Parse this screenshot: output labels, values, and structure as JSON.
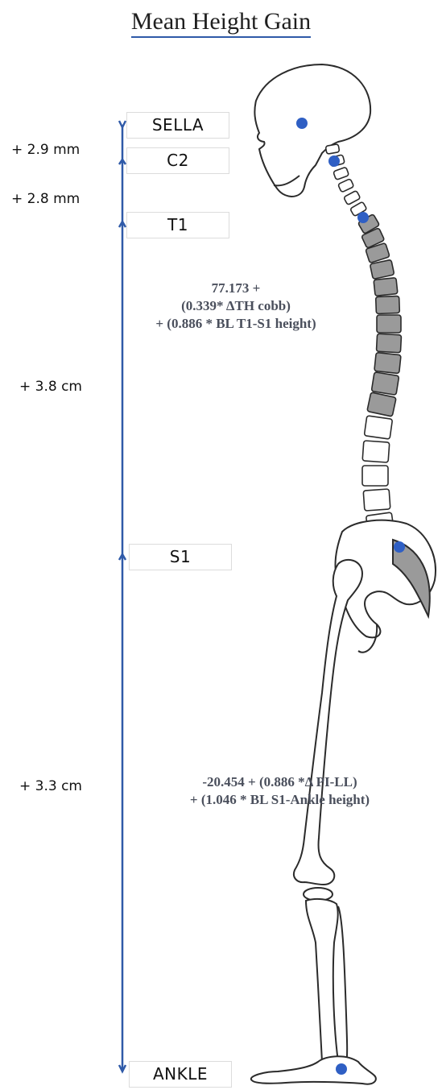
{
  "title": "Mean Height Gain",
  "levels": {
    "sella": "SELLA",
    "c2": "C2",
    "t1": "T1",
    "s1": "S1",
    "ankle": "ANKLE"
  },
  "gains": {
    "sella_c2": "+ 2.9 mm",
    "c2_t1": "+ 2.8 mm",
    "t1_s1": "+ 3.8 cm",
    "s1_ankle": "+ 3.3 cm"
  },
  "equations": {
    "trunk": [
      "77.173 +",
      "(0.339* ΔTH cobb)",
      "+ (0.886 * BL T1-S1 height)"
    ],
    "lower": [
      "-20.454 + (0.886 *Δ PI-LL)",
      "+ (1.046 * BL S1-Ankle height)"
    ]
  },
  "colors": {
    "line": "#2f5aa8",
    "marker": "#2f5fc4",
    "vertebra_fill": "#9a9a9a",
    "bone_stroke": "#2b2b2b"
  }
}
